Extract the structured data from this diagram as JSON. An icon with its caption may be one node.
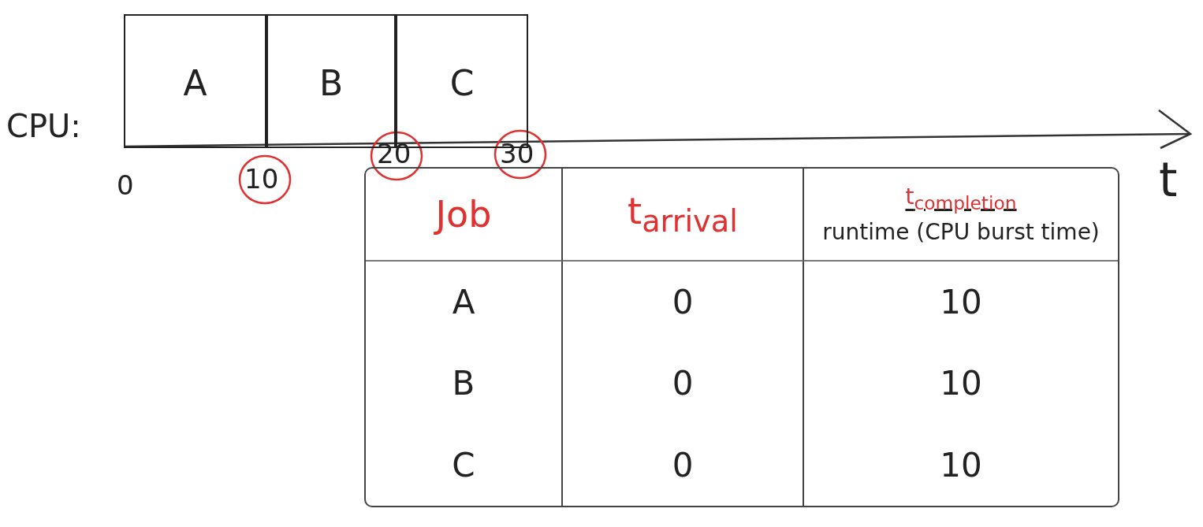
{
  "diagram": {
    "nodes": [
      {
        "text": [
          "A"
        ]
      },
      {
        "text": [
          "B"
        ]
      },
      {
        "text": [
          "C"
        ]
      }
    ],
    "labels": [
      "CPU:",
      "0",
      "10",
      "20",
      "30",
      "t",
      "Job",
      "t$_{arrival}$",
      "t$_{completion}$",
      "runtime (CPU burst time)",
      "A",
      "0",
      "10",
      "B",
      "0",
      "10",
      "C",
      "0",
      "10"
    ]
  }
}
